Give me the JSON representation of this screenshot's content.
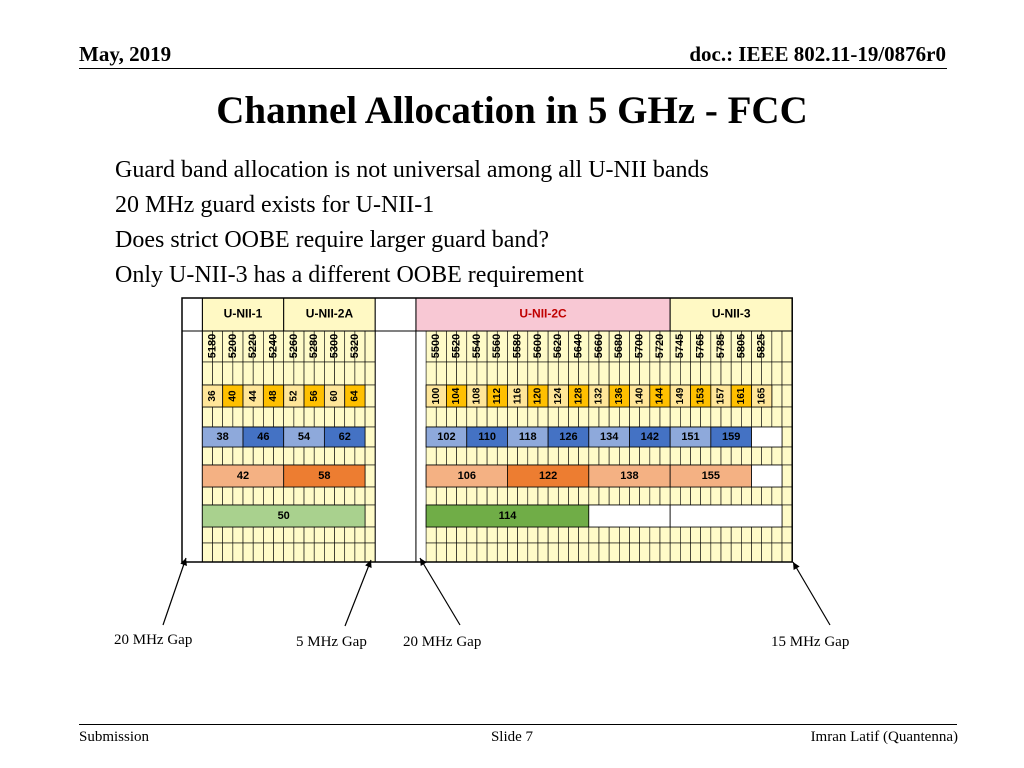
{
  "header": {
    "date": "May, 2019",
    "doc": "doc.: IEEE 802.11-19/0876r0"
  },
  "title": "Channel Allocation in 5 GHz - FCC",
  "bullets": [
    "Guard band allocation is not universal among all U-NII bands",
    "20 MHz guard exists for U-NII-1",
    "Does strict OOBE require larger guard band?",
    "Only U-NII-3 has a different OOBE requirement"
  ],
  "bands": [
    {
      "label": "U-NII-1",
      "color": "#FFF9C4"
    },
    {
      "label": "U-NII-2A",
      "color": "#FFF9C4"
    },
    {
      "label": "U-NII-2C",
      "color": "#F8C8D4",
      "text_color": "#C00000"
    },
    {
      "label": "U-NII-3",
      "color": "#FFF9C4"
    }
  ],
  "frequencies": {
    "group1": [
      "5180",
      "5200",
      "5220",
      "5240",
      "5260",
      "5280",
      "5300",
      "5320"
    ],
    "group2": [
      "5500",
      "5520",
      "5540",
      "5560",
      "5580",
      "5600",
      "5620",
      "5640",
      "5660",
      "5680",
      "5700",
      "5720"
    ],
    "group3": [
      "5745",
      "5765",
      "5785",
      "5805",
      "5825"
    ]
  },
  "ch20": {
    "group1": [
      "36",
      "40",
      "44",
      "48",
      "52",
      "56",
      "60",
      "64"
    ],
    "group2": [
      "100",
      "104",
      "108",
      "112",
      "116",
      "120",
      "124",
      "128",
      "132",
      "136",
      "140",
      "144"
    ],
    "group3": [
      "149",
      "153",
      "157",
      "161",
      "165"
    ]
  },
  "ch40": {
    "group1": [
      "38",
      "46",
      "54",
      "62"
    ],
    "group2": [
      "102",
      "110",
      "118",
      "126",
      "134",
      "142"
    ],
    "group3": [
      "151",
      "159"
    ]
  },
  "ch80": {
    "group1": [
      "42",
      "58"
    ],
    "group2": [
      "106",
      "122",
      "138"
    ],
    "group3": [
      "155"
    ]
  },
  "ch160": {
    "group1": [
      "50"
    ],
    "group2": [
      "114"
    ]
  },
  "colors": {
    "grid_bg": "#FFFBC8",
    "ch20_light": "#FFE699",
    "ch20_dark": "#FFC000",
    "ch40_light": "#8EA9DB",
    "ch40_dark": "#4472C4",
    "ch80_light": "#F4B183",
    "ch80_dark": "#ED7D31",
    "ch160_light": "#A9D18E",
    "ch160_dark": "#70AD47"
  },
  "gaps": [
    "20 MHz Gap",
    "5 MHz Gap",
    "20 MHz Gap",
    "15 MHz Gap"
  ],
  "footer": {
    "left": "Submission",
    "center": "Slide 7",
    "right": "Imran Latif (Quantenna)"
  }
}
